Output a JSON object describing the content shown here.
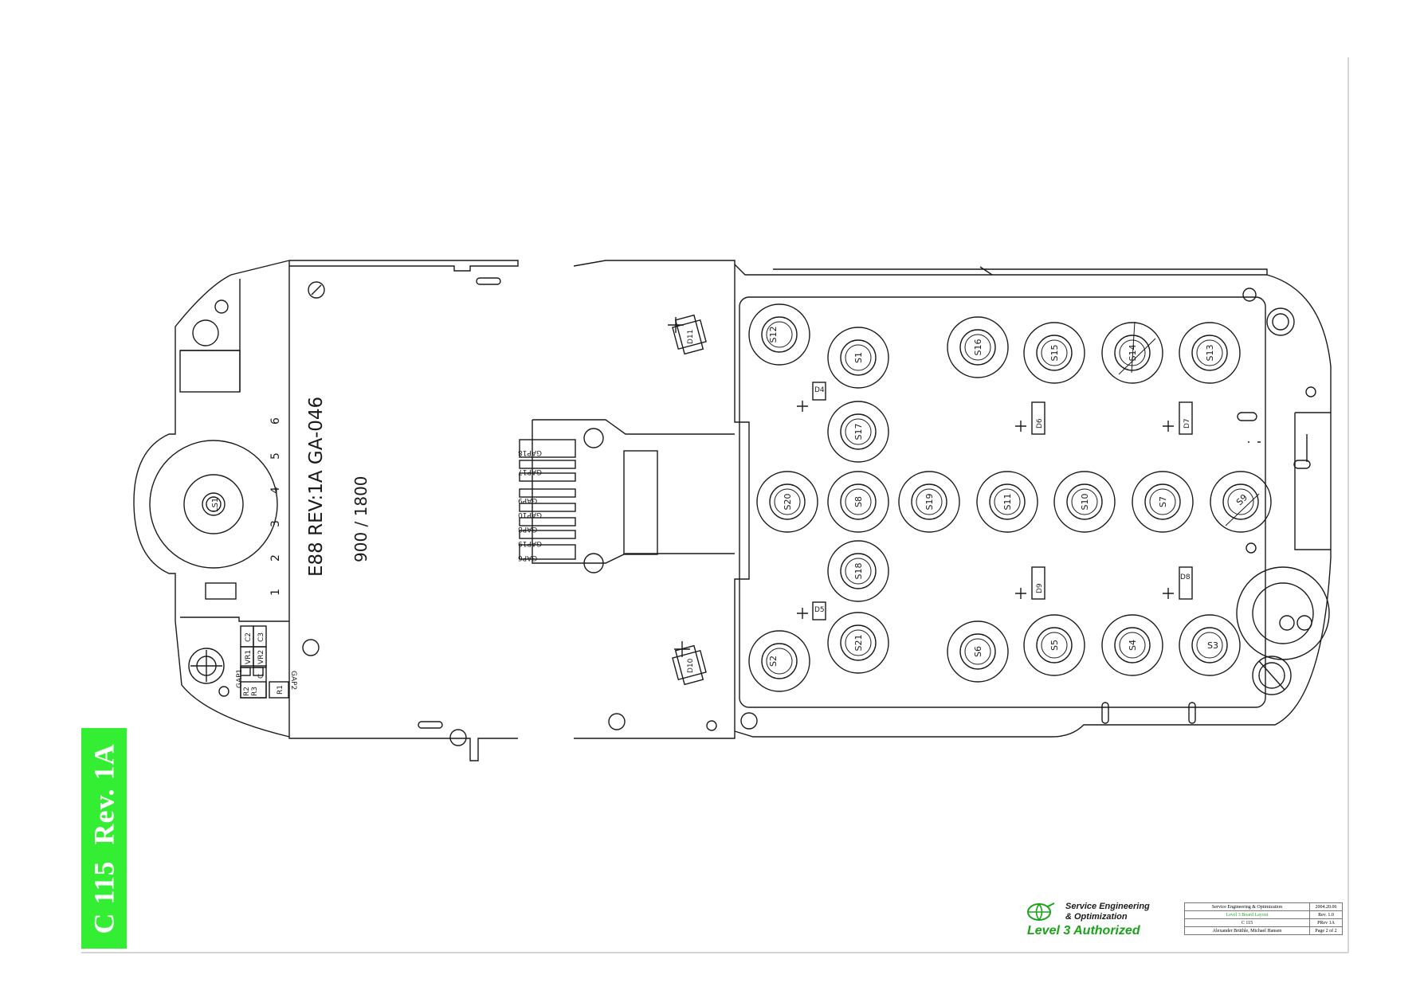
{
  "side_tab": {
    "model": "C 115",
    "revision": "Rev. 1A"
  },
  "board": {
    "marking": "E88 REV:1A GA-046",
    "bands": "900 / 1800",
    "pin_numbers": [
      "1",
      "2",
      "3",
      "4",
      "5",
      "6"
    ],
    "speaker": "LS1",
    "gap_labels": [
      "GAP18",
      "GAP17",
      "GAP9",
      "GAP10",
      "GAP8",
      "GAP19",
      "GAP6"
    ],
    "left_parts": {
      "c2": "C2",
      "c3": "C3",
      "vr1": "VR1",
      "vr2": "VR2",
      "gap1": "GAP1",
      "gap2": "GAP2",
      "c": "C",
      "r1": "R1",
      "r2": "R2",
      "r3": "R3"
    },
    "leds": {
      "d4": "D4",
      "d5": "D5",
      "d6": "D6",
      "d7": "D7",
      "d8": "D8",
      "d9": "D9",
      "d10": "D10",
      "d11": "D11"
    },
    "keys": {
      "s12": "S12",
      "s1": "S1",
      "s16": "S16",
      "s15": "S15",
      "s14": "S14",
      "s13": "S13",
      "s17": "S17",
      "s20": "S20",
      "s8": "S8",
      "s19": "S19",
      "s11": "S11",
      "s10": "S10",
      "s7": "S7",
      "s9": "S9",
      "s18": "S18",
      "s2": "S2",
      "s21": "S21",
      "s6": "S6",
      "s5": "S5",
      "s4": "S4",
      "s3": "S3"
    }
  },
  "logo": {
    "line1": "Service Engineering",
    "line2": "& Optimization",
    "line3": "Level 3 Authorized"
  },
  "title_block": {
    "rows": [
      {
        "left": "Service Engineering & Optimization",
        "right": "2004.20.06"
      },
      {
        "left": "Level 3 Board Layout",
        "right": "Rev. 1.0"
      },
      {
        "left": "C 115",
        "right": "PRev 1A"
      },
      {
        "left": "Alexander Brüthle, Michael Hansen",
        "right": "Page 2 of 2"
      }
    ]
  },
  "colors": {
    "tab_green": "#33ee33",
    "logo_green": "#1aa31a",
    "line": "#1a1a1a"
  }
}
